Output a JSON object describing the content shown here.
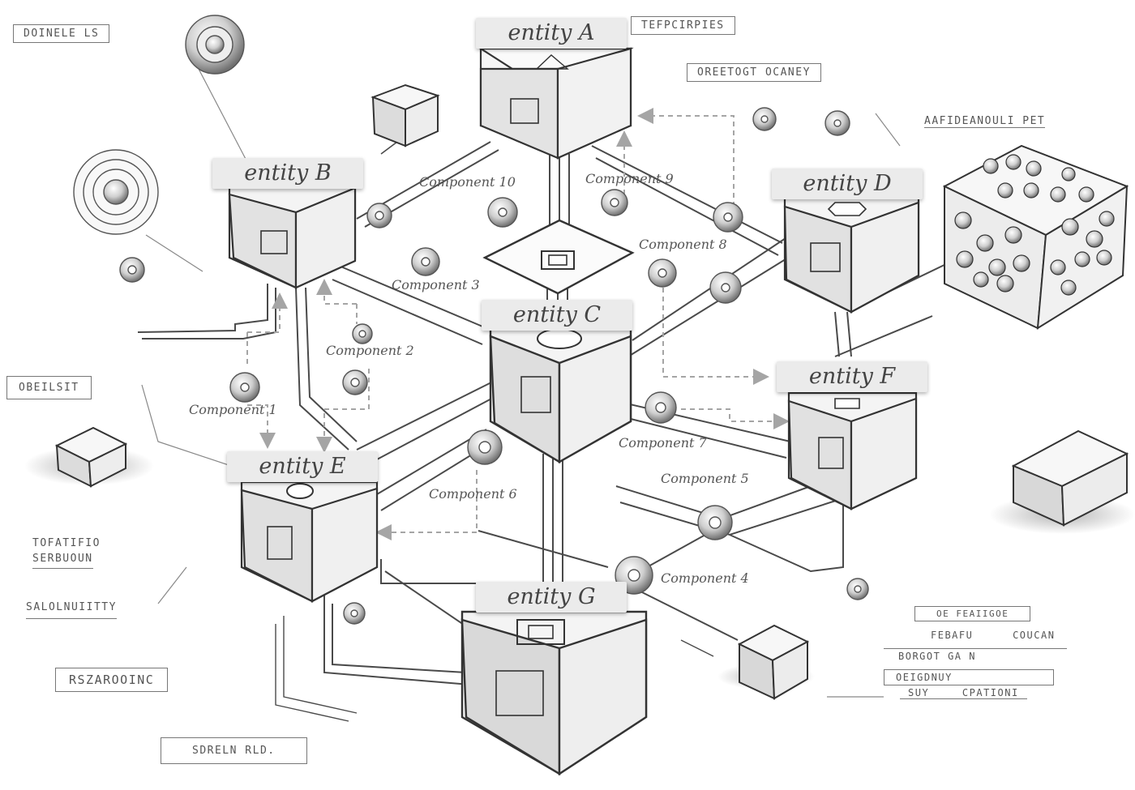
{
  "entities": {
    "a": "entity A",
    "b": "entity B",
    "c": "entity C",
    "d": "entity D",
    "e": "entity E",
    "f": "entity F",
    "g": "entity G"
  },
  "components": {
    "c1": "Component 1",
    "c2": "Component 2",
    "c3": "Component 3",
    "c4": "Component 4",
    "c5": "Component 5",
    "c6": "Component 6",
    "c7": "Component 7",
    "c8": "Component 8",
    "c9": "Component 9",
    "c10": "Component 10"
  },
  "scribbles": {
    "top_left": "DOINELE LS",
    "top_right": "TEFPCIRPIES",
    "top_right_2": "OREETOGT OCANEY",
    "right_upper": "AAFIDEANOULI PET",
    "left_mid": "OBEILSIT",
    "left_low_1": "TOFATIFIO",
    "left_low_2": "SERBUOUN",
    "left_low_3": "SALOLNUIITTY",
    "bottom_left_1": "RSZAROOINC",
    "bottom_left_2": "SDRELN RLD.",
    "bottom_right_1": "OE FEAIIGOE",
    "bottom_right_2": "FEBAFU COUCAN",
    "bottom_right_3": "BORGOT GA N",
    "bottom_right_4": "OEIGDNUY",
    "bottom_right_5": "SUY CPATIONI"
  },
  "colors": {
    "line": "#4a4a4a",
    "dashed": "#a5a5a5",
    "cube_front": "#e3e3e3",
    "cube_top": "#f6f6f6",
    "cube_side": "#f1f1f1",
    "label_bg": "#ebebeb"
  }
}
